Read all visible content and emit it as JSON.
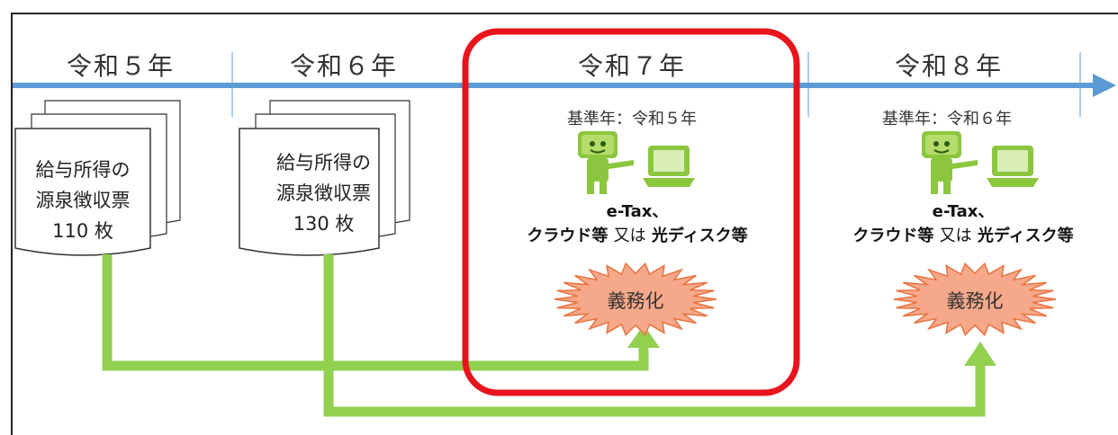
{
  "timeline": {
    "years": [
      "令和５年",
      "令和６年",
      "令和７年",
      "令和８年"
    ]
  },
  "documents": [
    {
      "line1": "給与所得の",
      "line2": "源泉徴収票",
      "count": "110 枚"
    },
    {
      "line1": "給与所得の",
      "line2": "源泉徴収票",
      "count": "130 枚"
    }
  ],
  "outcomes": [
    {
      "base_year": "基準年：令和５年",
      "method_line1": "e-Tax、",
      "method_a": "クラウド等",
      "method_or": "又は",
      "method_b": "光ディスク等",
      "mandate": "義務化",
      "highlighted": true
    },
    {
      "base_year": "基準年：令和６年",
      "method_line1": "e-Tax、",
      "method_a": "クラウド等",
      "method_or": "又は",
      "method_b": "光ディスク等",
      "mandate": "義務化",
      "highlighted": false
    }
  ],
  "colors": {
    "timeline": "#5b9bd5",
    "connector": "#92d050",
    "highlight": "#e8141b",
    "burst_fill": "#f6a98a",
    "burst_stroke": "#e8723f",
    "mascot": "#8cc63f"
  }
}
